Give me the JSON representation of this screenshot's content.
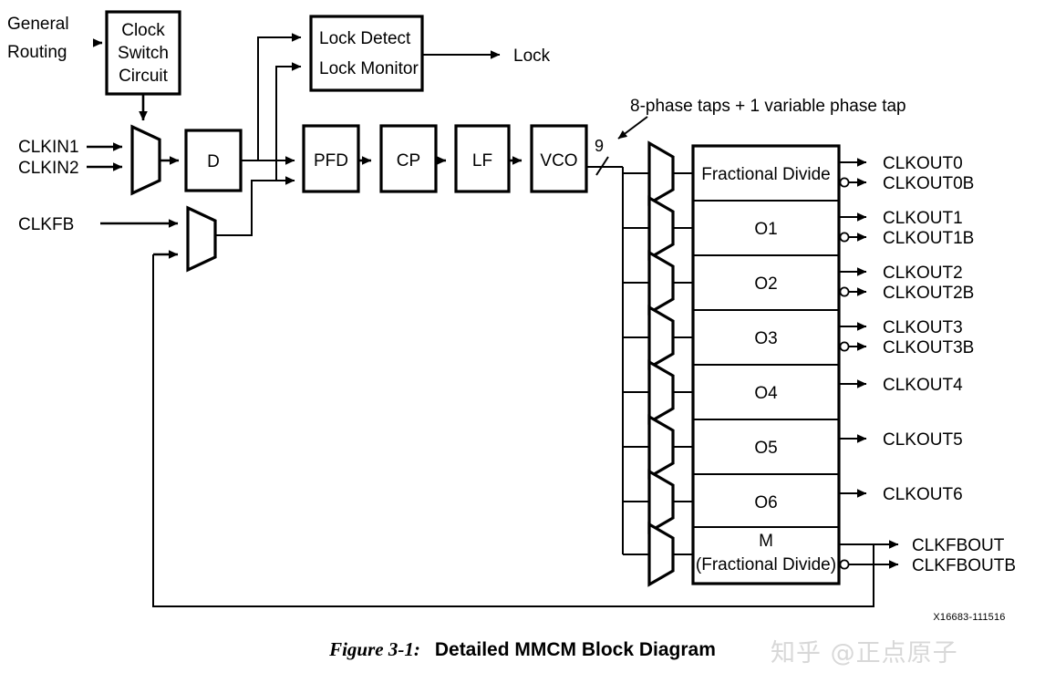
{
  "figure": {
    "number": "Figure 3-1:",
    "title": "Detailed MMCM Block Diagram",
    "id": "X16683-111516",
    "watermark": "知乎 @正点原子"
  },
  "inputs": {
    "general_routing": "General\nRouting",
    "general_routing_line1": "General",
    "general_routing_line2": "Routing",
    "clkin1": "CLKIN1",
    "clkin2": "CLKIN2",
    "clkfb": "CLKFB"
  },
  "blocks": {
    "clock_switch_line1": "Clock",
    "clock_switch_line2": "Switch",
    "clock_switch_line3": "Circuit",
    "delay": "D",
    "lock_detect": "Lock Detect",
    "lock_monitor": "Lock Monitor",
    "pfd": "PFD",
    "cp": "CP",
    "lf": "LF",
    "vco": "VCO"
  },
  "annotations": {
    "bus_width": "9",
    "phase_taps": "8-phase taps + 1 variable phase tap"
  },
  "dividers": [
    {
      "label": "Fractional Divide",
      "sublabel": ""
    },
    {
      "label": "O1",
      "sublabel": ""
    },
    {
      "label": "O2",
      "sublabel": ""
    },
    {
      "label": "O3",
      "sublabel": ""
    },
    {
      "label": "O4",
      "sublabel": ""
    },
    {
      "label": "O5",
      "sublabel": ""
    },
    {
      "label": "O6",
      "sublabel": ""
    },
    {
      "label": "M",
      "sublabel": "(Fractional Divide)"
    }
  ],
  "outputs": {
    "lock": "Lock",
    "clkout0": "CLKOUT0",
    "clkout0b": "CLKOUT0B",
    "clkout1": "CLKOUT1",
    "clkout1b": "CLKOUT1B",
    "clkout2": "CLKOUT2",
    "clkout2b": "CLKOUT2B",
    "clkout3": "CLKOUT3",
    "clkout3b": "CLKOUT3B",
    "clkout4": "CLKOUT4",
    "clkout5": "CLKOUT5",
    "clkout6": "CLKOUT6",
    "clkfbout": "CLKFBOUT",
    "clkfboutb": "CLKFBOUTB"
  },
  "colors": {
    "stroke": "#000000",
    "background": "#ffffff",
    "watermark": "#d8d8d8"
  }
}
